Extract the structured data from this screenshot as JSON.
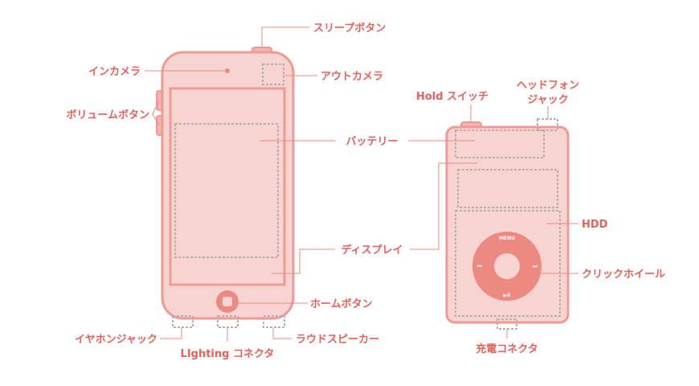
{
  "labels": {
    "sleep_button": "スリープボタン",
    "front_camera": "インカメラ",
    "rear_camera": "アウトカメラ",
    "volume_button": "ボリュームボタン",
    "battery": "バッテリー",
    "display": "ディスプレイ",
    "home_button": "ホームボタン",
    "earphone_jack_left": "イヤホンジャック",
    "lightning_connector": "LIghting コネクタ",
    "speaker": "ラウドスピーカー",
    "hold_switch": "Hold スイッチ",
    "headphone_jack_line1": "ヘッドフォン",
    "headphone_jack_line2": "ジャック",
    "hdd": "HDD",
    "click_wheel": "クリックホイール",
    "charge_connector": "充電コネクタ"
  },
  "wheel": {
    "menu": "MENU",
    "prev": "⏮",
    "next": "⏭",
    "play": "▶II"
  },
  "colors": {
    "label": "#e8605a",
    "device_fill": "#f8d4d1",
    "device_stroke": "#ef9a94",
    "dashed": "#b8aeae"
  }
}
